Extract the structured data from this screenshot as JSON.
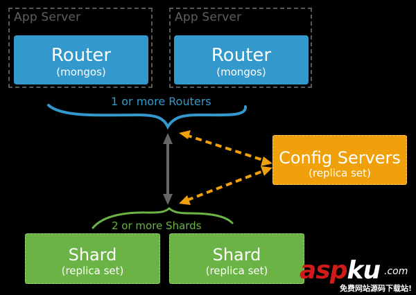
{
  "app_servers": [
    {
      "label": "App Server",
      "router": {
        "title": "Router",
        "subtitle": "(mongos)"
      }
    },
    {
      "label": "App Server",
      "router": {
        "title": "Router",
        "subtitle": "(mongos)"
      }
    }
  ],
  "routers_brace": {
    "label": "1 or more Routers"
  },
  "config_servers": {
    "title": "Config Servers",
    "subtitle": "(replica set)"
  },
  "shards_brace": {
    "label": "2 or more Shards"
  },
  "shards": [
    {
      "title": "Shard",
      "subtitle": "(replica set)"
    },
    {
      "title": "Shard",
      "subtitle": "(replica set)"
    }
  ],
  "colors": {
    "router": "#3399cc",
    "config": "#f0a00a",
    "shard": "#6bb344",
    "connector": "#666666",
    "app_server_border": "#5a5a5a"
  },
  "watermark": {
    "brand_red": "asp",
    "brand_white": "ku",
    "domain": ".com",
    "tagline": "免费网站源码下载站!"
  }
}
